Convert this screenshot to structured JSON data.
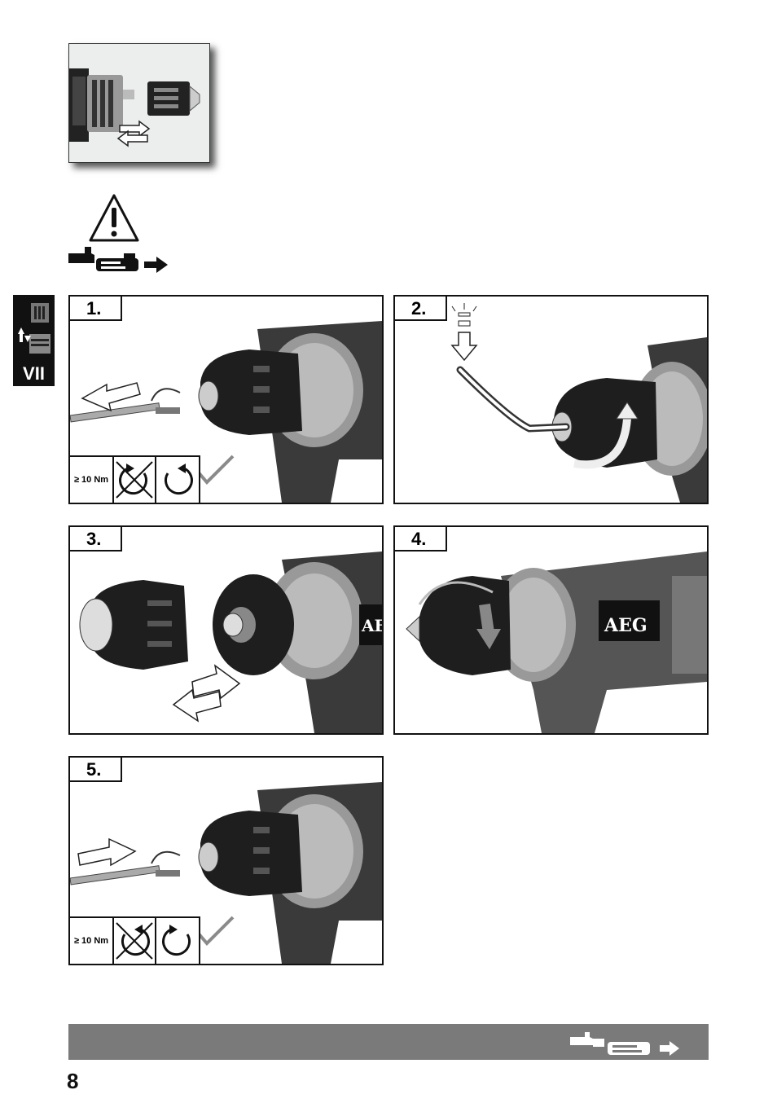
{
  "chapter": {
    "label": "VII"
  },
  "steps": [
    {
      "label": "1.",
      "torque": "≥ 10 Nm"
    },
    {
      "label": "2."
    },
    {
      "label": "3.",
      "brand": "AEG"
    },
    {
      "label": "4.",
      "brand": "AEG"
    },
    {
      "label": "5.",
      "torque": "≥ 10 Nm"
    }
  ],
  "icons": {
    "warning": "warning-triangle-icon",
    "remove_battery": "remove-battery-icon",
    "swap": "swap-arrows-icon"
  },
  "footer": {
    "page_number": "8"
  },
  "colors": {
    "footer_bar": "#7a7a7a",
    "ink": "#111111",
    "check": "#8a8a8a"
  }
}
